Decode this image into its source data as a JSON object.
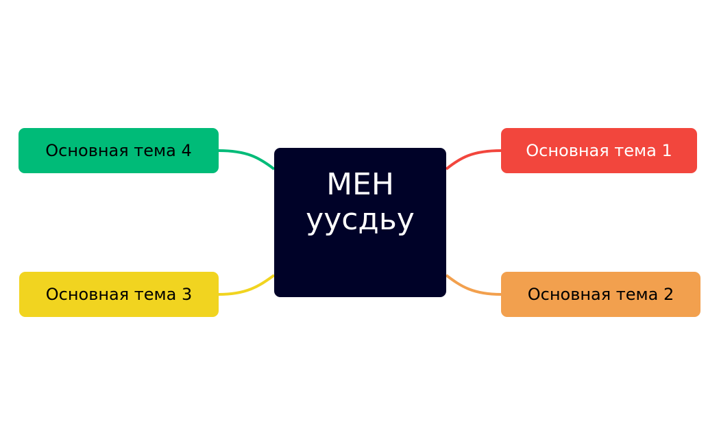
{
  "central_topic": {
    "line1": "МЕН",
    "line2": "уусдьу",
    "color": "#000228"
  },
  "topics": [
    {
      "label": "Основная тема 1",
      "color": "#f2463d",
      "text_color": "#ffffff"
    },
    {
      "label": "Основная тема 2",
      "color": "#f2a04e",
      "text_color": "#000000"
    },
    {
      "label": "Основная тема 3",
      "color": "#f1d420",
      "text_color": "#000000"
    },
    {
      "label": "Основная тема 4",
      "color": "#00bb78",
      "text_color": "#000000"
    }
  ]
}
